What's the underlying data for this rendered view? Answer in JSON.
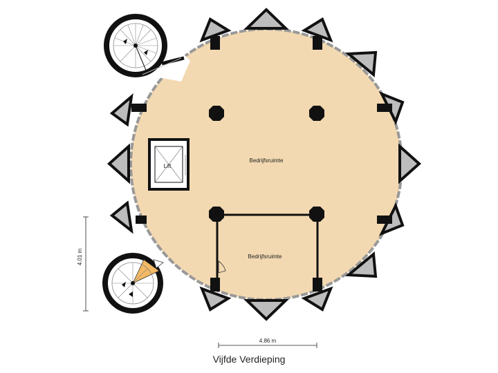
{
  "floor_title": "Vijfde Verdieping",
  "rooms": [
    {
      "label": "Bedrijfsruimte"
    },
    {
      "label": "Bedrijfsruimte"
    },
    {
      "label": "Lift"
    }
  ],
  "dimensions": {
    "width_label": "4.86 m",
    "height_label": "4.01 m"
  },
  "colors": {
    "floor_fill": "#f3d9b1",
    "wall": "#111111",
    "window_fill": "#b8b8b8",
    "stair_highlight": "#f5b964"
  }
}
